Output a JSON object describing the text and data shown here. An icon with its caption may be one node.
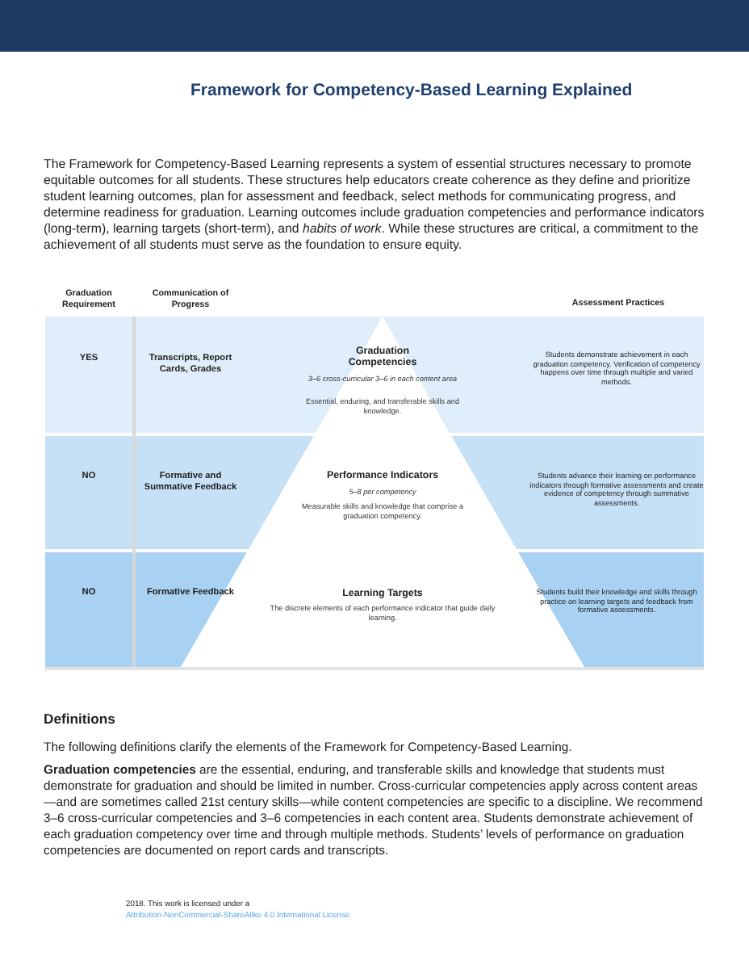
{
  "diagram": {
    "title": "Framework for Competency-Based Learning Explained",
    "nodes": [
      {
        "text": [
          "Graduation Competencies",
          "3–6 cross-curricular 3–6 in each content area",
          "Essential, enduring, and transferable skills and knowledge."
        ]
      },
      {
        "text": [
          "Performance Indicators",
          "5–8 per competency",
          "Measurable skills and knowledge that comprise a graduation competency."
        ]
      },
      {
        "text": [
          "Learning Targets",
          "The discrete elements of each performance indicator that guide daily learning."
        ]
      }
    ],
    "edges": [],
    "labels": [
      "The Framework for Competency-Based Learning represents a system of essential structures necessary to promote equitable outcomes for all students. These structures help educators create coherence as they define and prioritize student learning outcomes, plan for assessment and feedback, select methods for communicating progress, and determine readiness for graduation. Learning outcomes include graduation competencies and performance indicators (long-term), learning targets (short-term), and *habits of work*. While these structures are critical, a commitment to the achievement of all students must serve as the foundation to ensure equity.",
      "Graduation Requirement",
      "Communication of Progress",
      "Assessment Practices",
      "YES",
      "Transcripts, Report Cards, Grades",
      "Students demonstrate achievement in each graduation competency. Verification of competency happens over time through multiple and varied methods.",
      "NO",
      "Formative and Summative Feedback",
      "Students advance their learning on performance indicators through formative assessments and create evidence of competency through summative assessments.",
      "NO",
      "Formative Feedback",
      "Students build their knowledge and skills through practice on learning targets and feedback from formative assessments.",
      "Definitions",
      "The following definitions clarify the elements of the Framework for Competency-Based Learning.",
      "**Graduation competencies** are the essential, enduring, and transferable skills and knowledge that students must demonstrate for graduation and should be limited in number. Cross-curricular competencies apply across content areas—and are sometimes called 21st century skills—while content competencies are specific to a discipline. We recommend 3–6 cross-curricular competencies and 3–6 competencies in each content area. Students demonstrate achievement of each graduation competency over time and through multiple methods. Students’ levels of performance on graduation competencies are documented on report cards and transcripts.",
      "2018. This work is licensed under a",
      "Attribution-NonCommercial-ShareAlike 4.0 International License."
    ]
  }
}
